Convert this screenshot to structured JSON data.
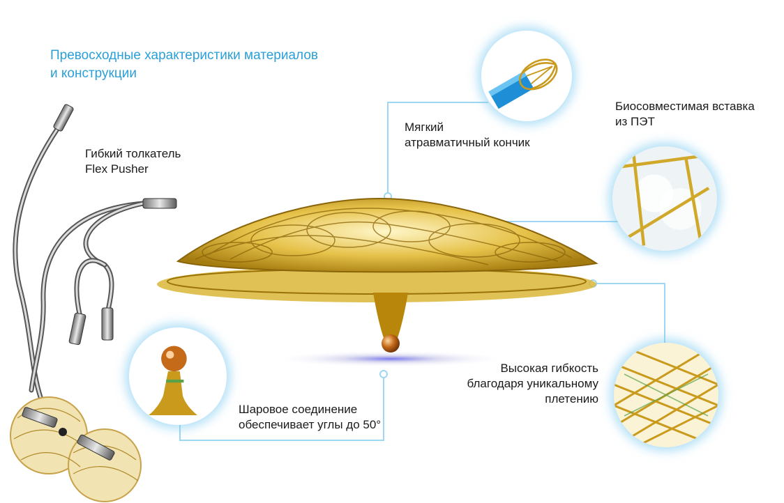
{
  "header": {
    "title_line1": "Превосходные характеристики материалов",
    "title_line2": "и конструкции"
  },
  "callouts": {
    "pusher_line1": "Гибкий толкатель",
    "pusher_line2": "Flex Pusher",
    "soft_tip_line1": "Мягкий",
    "soft_tip_line2": "атравматичный кончик",
    "pet_line1": "Биосовместимая вставка",
    "pet_line2": "из ПЭТ",
    "flex_line1": "Высокая гибкость",
    "flex_line2": "благодаря уникальному",
    "flex_line3": "плетению",
    "ball_line1": "Шаровое соединение",
    "ball_line2": "обеспечивает углы до 50°"
  },
  "colors": {
    "accent": "#2a9fd8",
    "gold": "#d4a820",
    "glow": "#8fd3f4"
  }
}
